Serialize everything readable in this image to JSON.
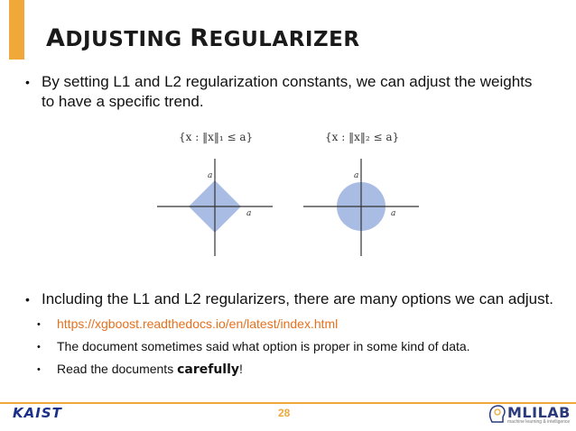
{
  "slide": {
    "title_prefix_A": "A",
    "title_rest_A": "DJUSTING",
    "title_prefix_R": "R",
    "title_rest_R": "EGULARIZER"
  },
  "bullets": [
    {
      "text": "By setting L1 and L2 regularization constants, we can adjust the weights to have a specific trend."
    },
    {
      "text": "Including the L1 and L2 regularizers, there are many options we can adjust."
    }
  ],
  "sub_bullets": {
    "link": "https://xgboost.readthedocs.io/en/latest/index.html",
    "doc_note": "The document sometimes said what option is proper in some kind of data.",
    "read_prefix": "Read the documents ",
    "read_emph": "carefully",
    "read_suffix": "!"
  },
  "figures": {
    "l1_label": "{x : ‖x‖₁ ≤ a}",
    "l2_label": "{x : ‖x‖₂ ≤ a}",
    "axis_a": "a"
  },
  "footer": {
    "page_number": "28",
    "kaist": "KAIST",
    "mlilab": "MLILAB",
    "mlilab_tag": "machine learning & intelligence"
  },
  "colors": {
    "accent": "#f0a83a",
    "shape_fill": "#a9bce3",
    "link": "#e6711d"
  }
}
